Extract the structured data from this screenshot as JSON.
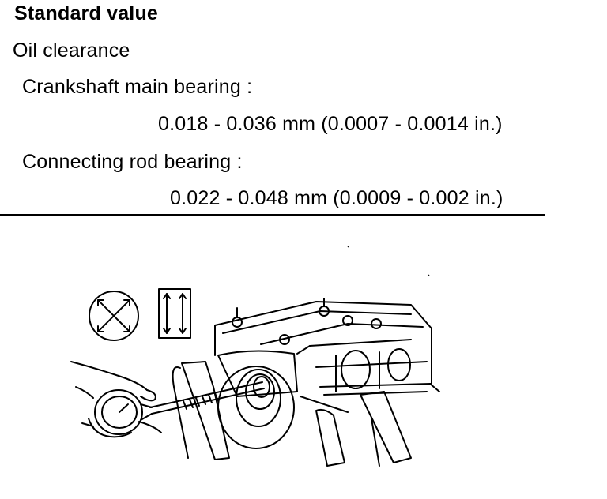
{
  "spec": {
    "heading": "Standard value",
    "category": "Oil clearance",
    "items": [
      {
        "label": "Crankshaft main bearing :",
        "value": "0.018 - 0.036 mm (0.0007 - 0.0014 in.)"
      },
      {
        "label": "Connecting rod bearing :",
        "value": "0.022 - 0.048 mm (0.0009 - 0.002 in.)"
      }
    ]
  },
  "illustration": {
    "symbols": [
      "measure-diameter-symbol",
      "measure-vertical-symbol"
    ],
    "subject": "bore gauge measuring crankshaft bearing bore in cylinder block"
  }
}
